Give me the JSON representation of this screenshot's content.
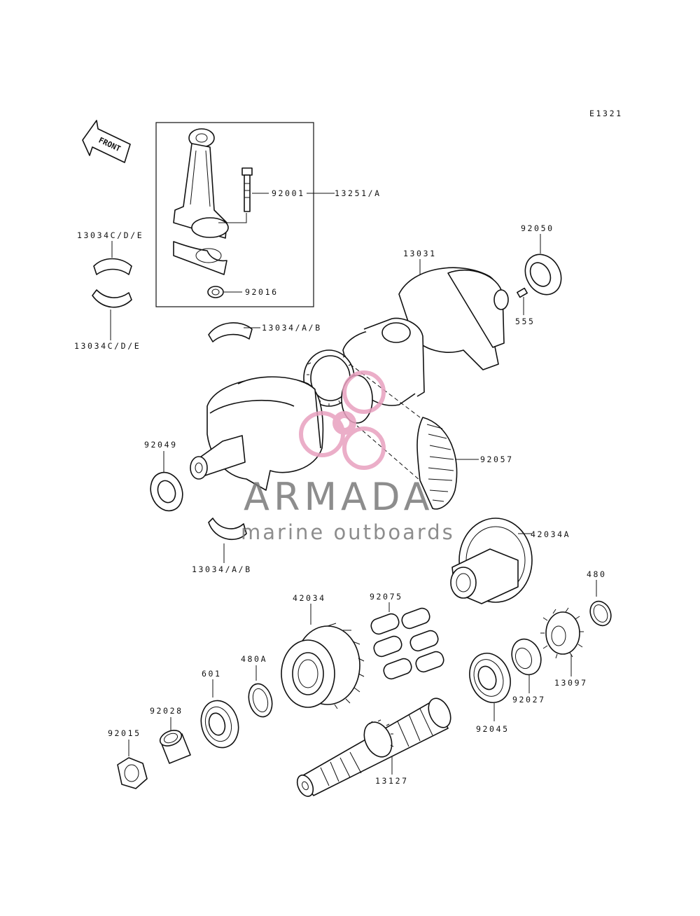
{
  "diagram_code": "E1321",
  "front_label": "FRONT",
  "watermark": {
    "brand": "ARMADA",
    "tagline": "marine outboards",
    "color": "#e8a0bf"
  },
  "parts": {
    "p92001": "92001",
    "p13251A": "13251/A",
    "p13034CDE_top": "13034C/D/E",
    "p13034CDE_bottom": "13034C/D/E",
    "p92016": "92016",
    "p92050": "92050",
    "p13031": "13031",
    "p555": "555",
    "p13034AB_top": "13034/A/B",
    "p92049": "92049",
    "p92057": "92057",
    "p13034AB_bottom": "13034/A/B",
    "p42034A": "42034A",
    "p92075": "92075",
    "p480": "480",
    "p42034": "42034",
    "p480A": "480A",
    "p601": "601",
    "p13097": "13097",
    "p92028": "92028",
    "p92027": "92027",
    "p92015": "92015",
    "p92045": "92045",
    "p13127": "13127"
  }
}
